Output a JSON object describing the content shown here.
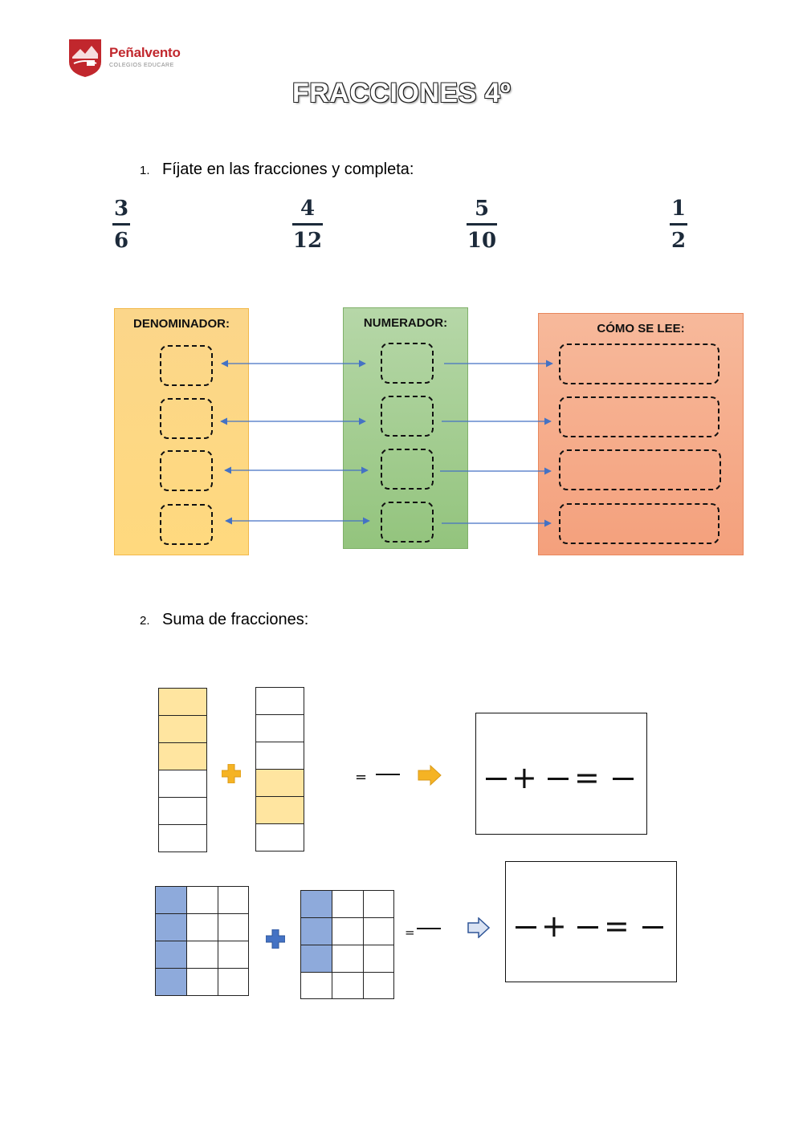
{
  "logo": {
    "name": "Peñalvento",
    "subtitle": "COLEGIOS EDUCARE"
  },
  "title": "FRACCIONES 4º",
  "question1": {
    "number": "1.",
    "text": "Fíjate en las fracciones y completa:"
  },
  "fractions": [
    {
      "numerator": "3",
      "denominator": "6"
    },
    {
      "numerator": "4",
      "denominator": "12"
    },
    {
      "numerator": "5",
      "denominator": "10"
    },
    {
      "numerator": "1",
      "denominator": "2"
    }
  ],
  "panels": {
    "denominator_label": "DENOMINADOR:",
    "numerator_label": "NUMERADOR:",
    "reading_label": "CÓMO SE LEE:"
  },
  "question2": {
    "number": "2.",
    "text": "Suma de fracciones:"
  },
  "symbols": {
    "plus": "+",
    "equals": "=",
    "line": "—"
  },
  "colors": {
    "yellow_fill": "#ffe5a0",
    "blue_fill": "#8eaadb",
    "orange_plus": "#f5b324",
    "blue_plus": "#4472c4",
    "arrow_line": "#4472c4",
    "logo_red": "#c1272d"
  }
}
